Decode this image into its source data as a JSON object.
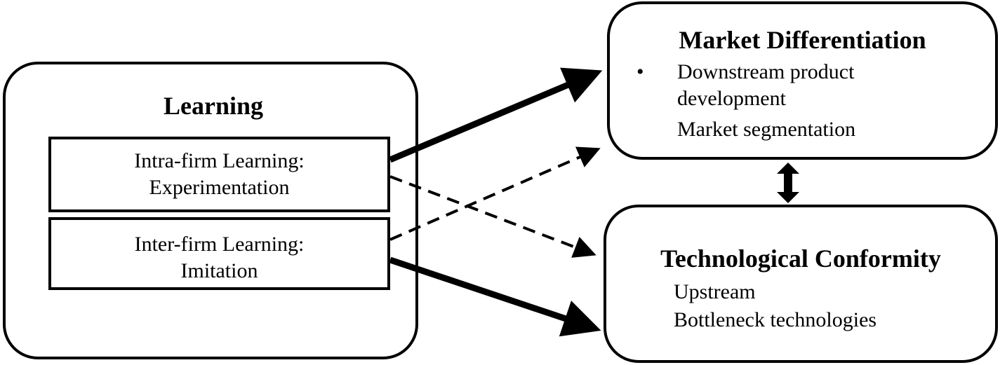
{
  "learning": {
    "title": "Learning",
    "intra": {
      "line1": "Intra-firm Learning:",
      "line2": "Experimentation"
    },
    "inter": {
      "line1": "Inter-firm Learning:",
      "line2": "Imitation"
    }
  },
  "market": {
    "title": "Market Differentiation",
    "bullet": "•",
    "item1_line1": "Downstream product",
    "item1_line2": "development",
    "item2": "Market segmentation"
  },
  "tech": {
    "title": "Technological Conformity",
    "item1": "Upstream",
    "item2": "Bottleneck technologies"
  }
}
